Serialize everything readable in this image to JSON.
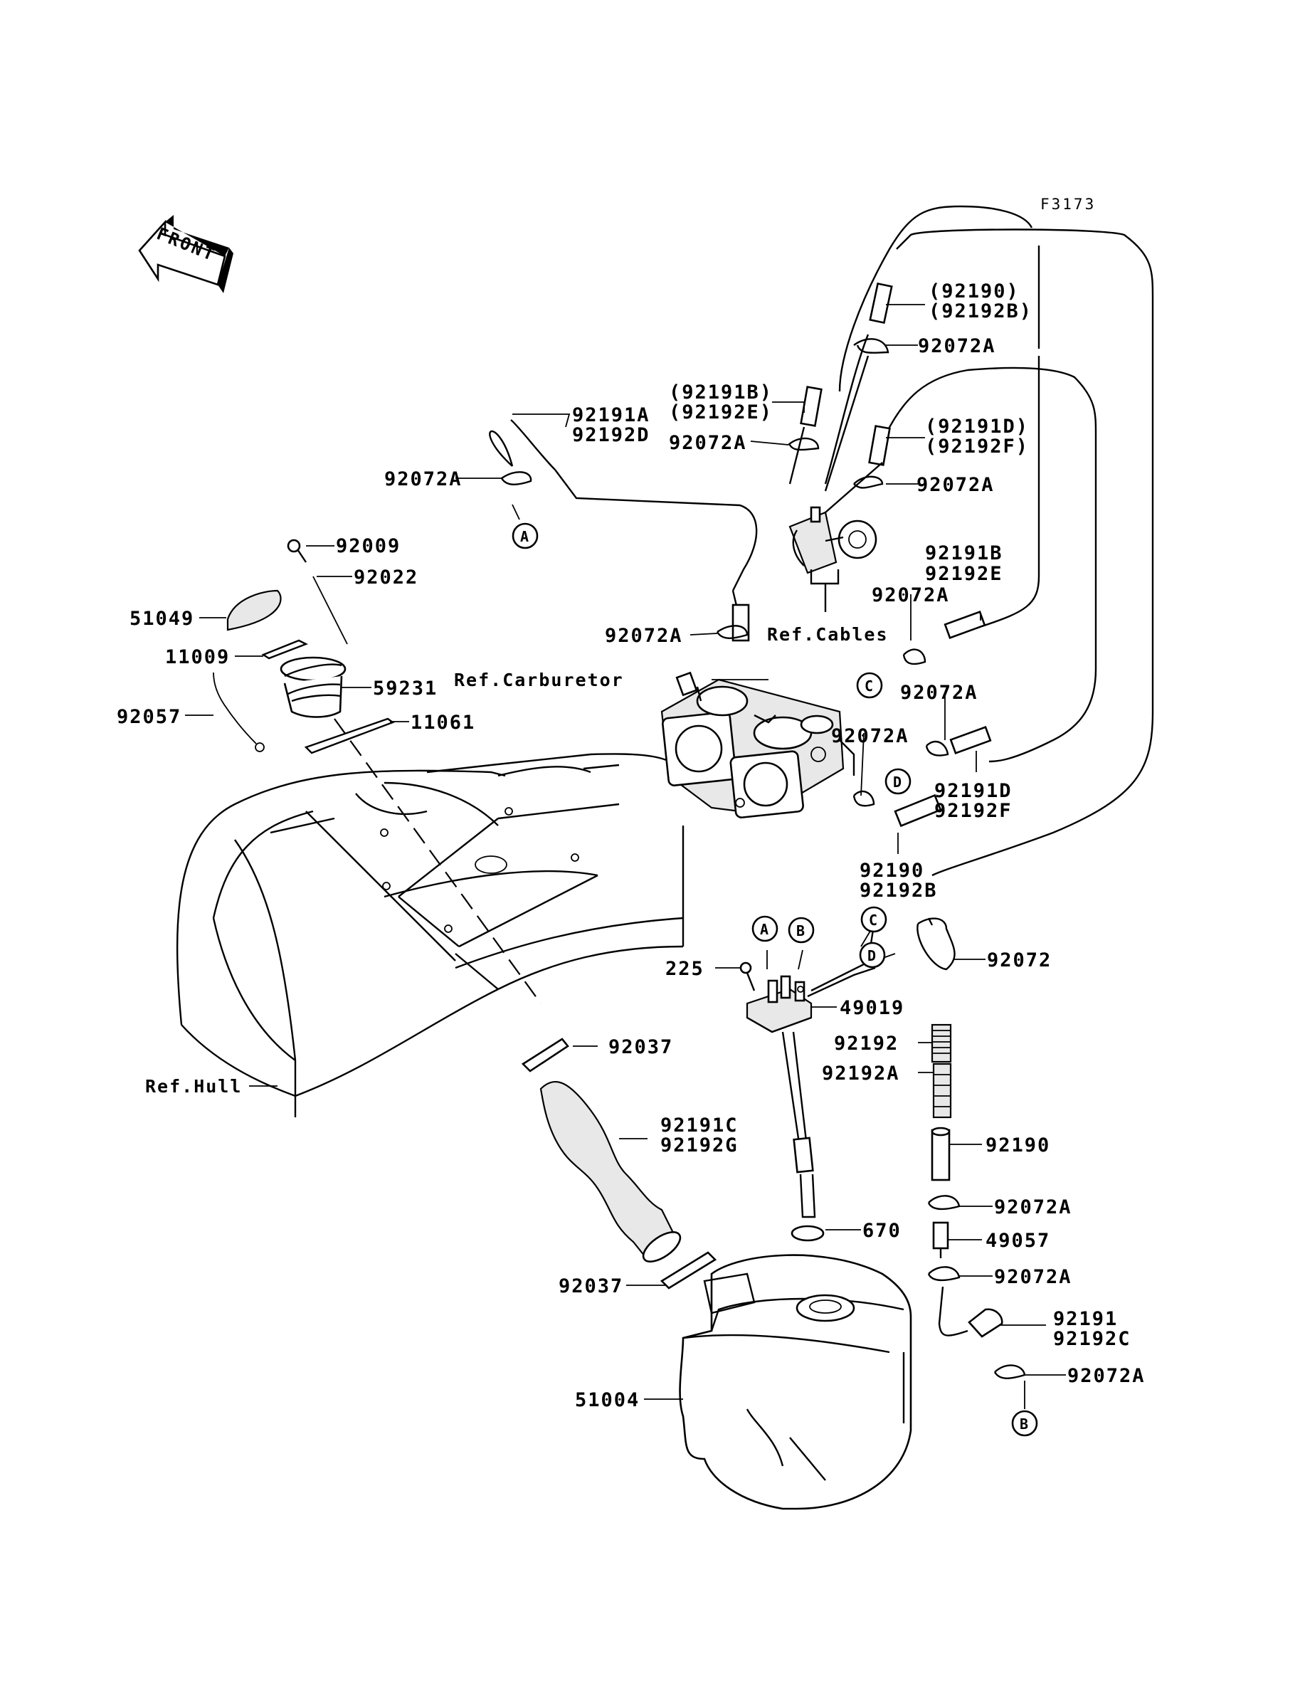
{
  "figure_code": "F3173",
  "front_label": "FRONT",
  "refs": {
    "carburetor": "Ref.Carburetor",
    "cables": "Ref.Cables",
    "hull": "Ref.Hull"
  },
  "circles": [
    "A",
    "B",
    "C",
    "D"
  ],
  "labels": {
    "p92190_92192B_paren": [
      "(92190)",
      "(92192B)"
    ],
    "p92072A_top": "92072A",
    "p92191B_92192E_paren": [
      "(92191B)",
      "(92192E)"
    ],
    "p92072A_mid_left": "92072A",
    "p92191D_92192F_paren": [
      "(92191D)",
      "(92192F)"
    ],
    "p92072A_mid_right": "92072A",
    "p92191A_92192D": [
      "92191A",
      "92192D"
    ],
    "p92072A_left": "92072A",
    "p92009": "92009",
    "p92022": "92022",
    "p51049": "51049",
    "p11009": "11009",
    "p59231": "59231",
    "p92057": "92057",
    "p11061": "11061",
    "p92072A_carb": "92072A",
    "p92191B_92192E": [
      "92191B",
      "92192E"
    ],
    "p92072A_c": "92072A",
    "p92072A_d": "92072A",
    "p92072A_carb_right": "92072A",
    "p92191D_92192F": [
      "92191D",
      "92192F"
    ],
    "p92190_92192B": [
      "92190",
      "92192B"
    ],
    "p92072": "92072",
    "p225": "225",
    "p49019": "49019",
    "p92192": "92192",
    "p92192A": "92192A",
    "p92037_upper": "92037",
    "p92191C_92192G": [
      "92191C",
      "92192G"
    ],
    "p92190": "92190",
    "p92072A_lower1": "92072A",
    "p670": "670",
    "p49057": "49057",
    "p92072A_lower2": "92072A",
    "p92037_lower": "92037",
    "p92191_92192C": [
      "92191",
      "92192C"
    ],
    "p92072A_lower3": "92072A",
    "p51004": "51004"
  }
}
